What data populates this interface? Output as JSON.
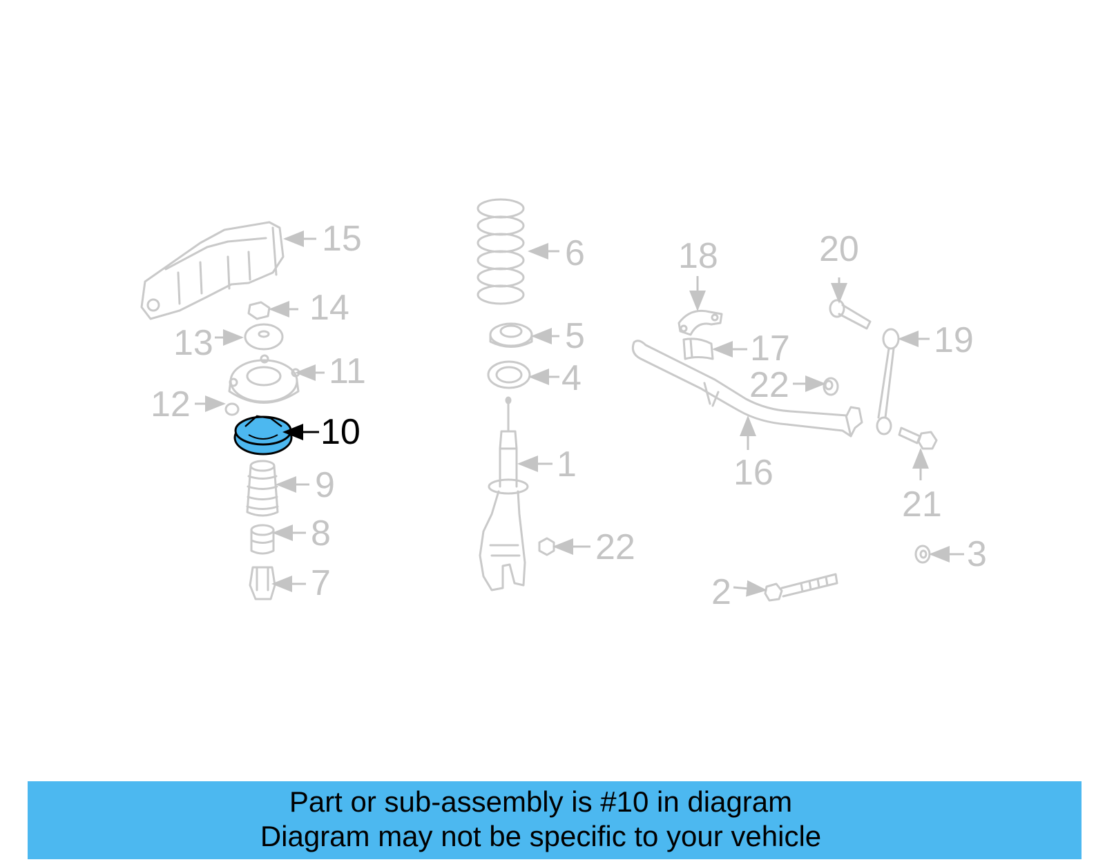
{
  "callouts": {
    "c1": "1",
    "c2": "2",
    "c3": "3",
    "c4": "4",
    "c5": "5",
    "c6": "6",
    "c7": "7",
    "c8": "8",
    "c9": "9",
    "c10": "10",
    "c11": "11",
    "c12": "12",
    "c13": "13",
    "c14": "14",
    "c15": "15",
    "c16": "16",
    "c17": "17",
    "c18": "18",
    "c19": "19",
    "c20": "20",
    "c21": "21",
    "c22a": "22",
    "c22b": "22"
  },
  "highlight": {
    "part_number": "10",
    "color": "#4cb8f0"
  },
  "banner": {
    "line1": "Part or sub-assembly is #10 in diagram",
    "line2": "Diagram may not be specific to your vehicle",
    "background": "#4cb8f0"
  }
}
